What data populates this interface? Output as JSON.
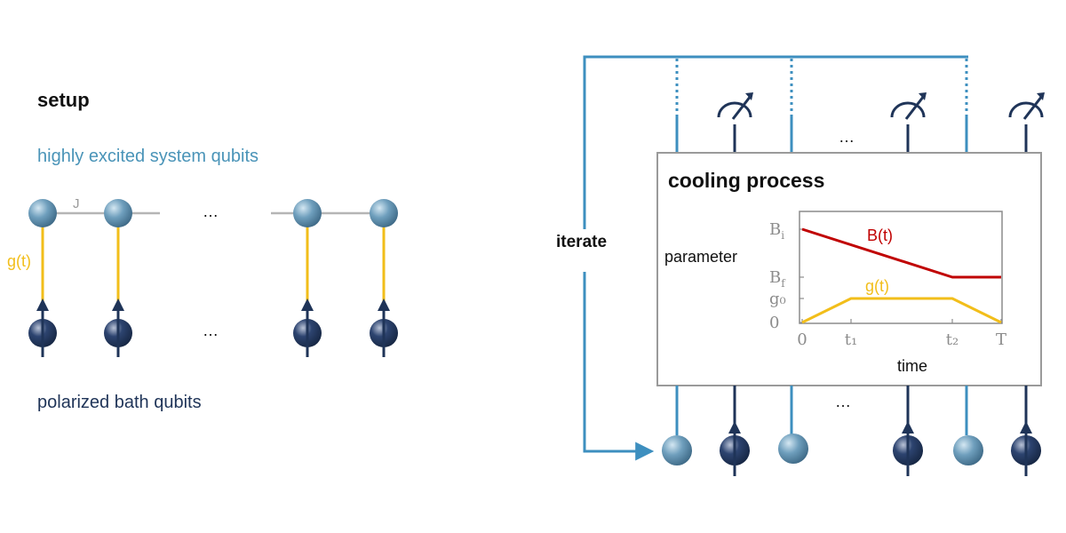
{
  "colors": {
    "system_qubit": "#5b8fae",
    "bath_qubit": "#1f3458",
    "coupling_g": "#f2be1a",
    "coupling_J": "#b5b5b5",
    "connector": "#3d8fbf",
    "b_curve": "#c00000",
    "g_curve": "#f2be1a",
    "frame": "#9a9a9a",
    "axis_text": "#8c8c8c",
    "title_text": "#111111",
    "system_text": "#4a94b8",
    "bath_text": "#1f3458"
  },
  "icons": {
    "spin_up": "arrow-up-icon",
    "measure": "meter-icon"
  },
  "setup": {
    "title": "setup",
    "system_label": "highly excited system qubits",
    "bath_label": "polarized bath qubits",
    "coupling_J": "J",
    "coupling_g": "g(t)",
    "ellipsis_top": "…",
    "ellipsis_bottom": "…"
  },
  "cycle": {
    "iterate_label": "iterate",
    "process_title": "cooling process",
    "ellipsis_top": "…",
    "ellipsis_bottom": "…"
  },
  "chart_data": {
    "type": "line",
    "title": "",
    "xlabel": "time",
    "ylabel": "parameter",
    "x_ticks": [
      "0",
      "t₁",
      "t₂",
      "T"
    ],
    "y_ticks": [
      "0",
      "g₀",
      "B_f",
      "B_i"
    ],
    "grid": false,
    "series": [
      {
        "name": "B(t)",
        "x": [
          "0",
          "t₂",
          "T"
        ],
        "y": [
          "B_i",
          "B_f",
          "B_f"
        ]
      },
      {
        "name": "g(t)",
        "x": [
          "0",
          "t₁",
          "t₂",
          "T"
        ],
        "y": [
          "0",
          "g₀",
          "g₀",
          "0"
        ]
      }
    ]
  }
}
